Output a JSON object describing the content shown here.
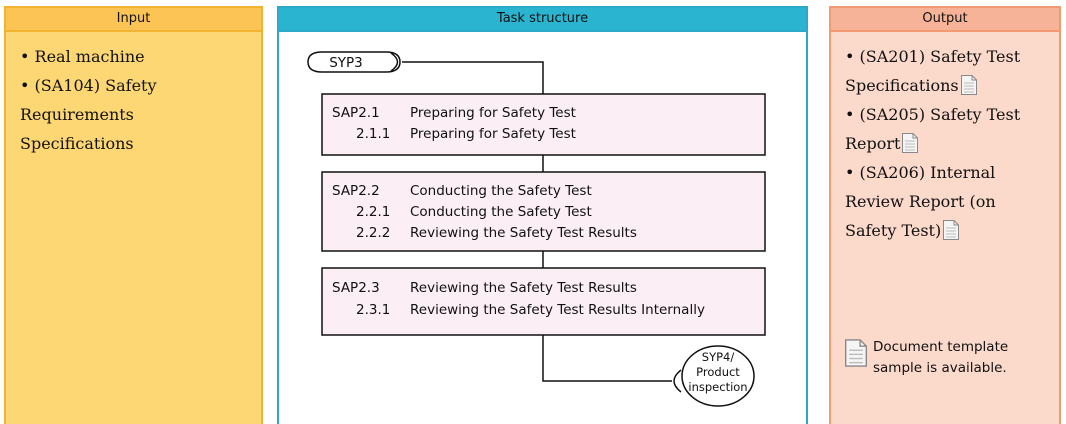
{
  "input": {
    "header": "Input",
    "items": [
      "• Real machine",
      "• (SA104) Safety",
      "Requirements",
      "Specifications"
    ]
  },
  "task": {
    "header": "Task structure",
    "start": "SYP3",
    "end": [
      "SYP4/",
      "Product",
      "inspection"
    ],
    "steps": [
      {
        "id": "SAP2.1",
        "title": "Preparing for Safety Test",
        "subs": [
          {
            "num": "2.1.1",
            "label": "Preparing for Safety Test"
          }
        ]
      },
      {
        "id": "SAP2.2",
        "title": "Conducting the Safety Test",
        "subs": [
          {
            "num": "2.2.1",
            "label": "Conducting the Safety Test"
          },
          {
            "num": "2.2.2",
            "label": "Reviewing the Safety Test Results"
          }
        ]
      },
      {
        "id": "SAP2.3",
        "title": "Reviewing the Safety Test Results",
        "subs": [
          {
            "num": "2.3.1",
            "label": "Reviewing the Safety Test Results Internally"
          }
        ]
      }
    ]
  },
  "output": {
    "header": "Output",
    "lines": [
      "• (SA201) Safety Test",
      "Specifications",
      "• (SA205) Safety Test",
      "Report",
      "• (SA206) Internal",
      "Review Report (on",
      "Safety Test)"
    ],
    "note": "Document template sample is available."
  },
  "colors": {
    "input_bg": "#fdd774",
    "task_border": "#2aa9c9",
    "output_bg": "#fbd9cb",
    "step_box_bg": "#fbeef5"
  }
}
